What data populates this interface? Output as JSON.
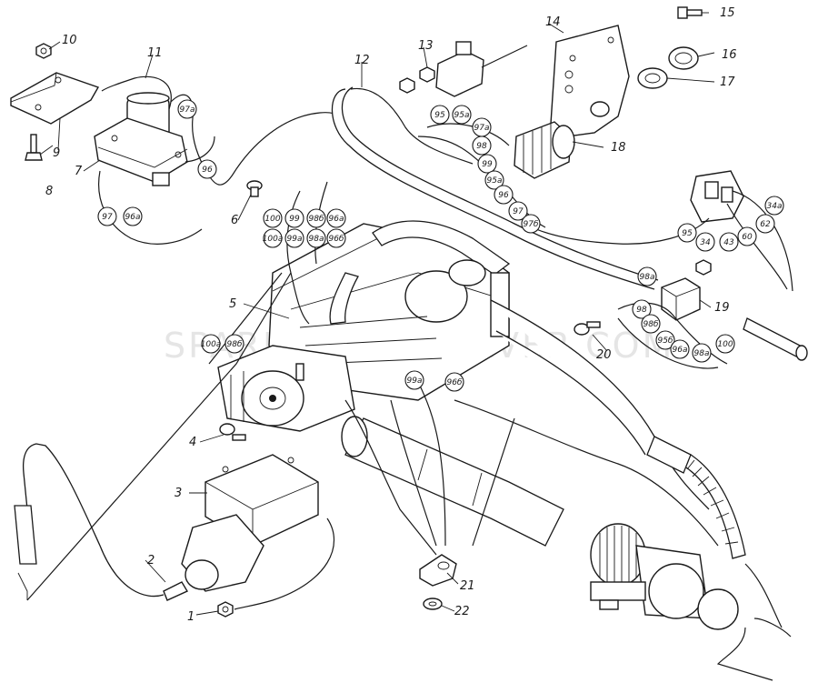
{
  "watermark": "SPAREPARTS SERVER.COM",
  "callouts": [
    {
      "id": "1",
      "text": "1"
    },
    {
      "id": "2",
      "text": "2"
    },
    {
      "id": "3",
      "text": "3"
    },
    {
      "id": "4",
      "text": "4"
    },
    {
      "id": "5",
      "text": "5"
    },
    {
      "id": "6",
      "text": "6"
    },
    {
      "id": "7",
      "text": "7"
    },
    {
      "id": "8",
      "text": "8"
    },
    {
      "id": "9",
      "text": "9"
    },
    {
      "id": "10",
      "text": "10"
    },
    {
      "id": "11",
      "text": "11"
    },
    {
      "id": "12",
      "text": "12"
    },
    {
      "id": "13",
      "text": "13"
    },
    {
      "id": "14",
      "text": "14"
    },
    {
      "id": "15",
      "text": "15"
    },
    {
      "id": "16",
      "text": "16"
    },
    {
      "id": "17",
      "text": "17"
    },
    {
      "id": "18",
      "text": "18"
    },
    {
      "id": "19",
      "text": "19"
    },
    {
      "id": "20",
      "text": "20"
    },
    {
      "id": "21",
      "text": "21"
    },
    {
      "id": "22",
      "text": "22"
    }
  ],
  "wire_markers": [
    "97a",
    "96",
    "97",
    "96a",
    "100",
    "99",
    "98б",
    "96a",
    "100a",
    "99a",
    "98a",
    "96б",
    "95",
    "95a",
    "97a",
    "98",
    "99",
    "95a",
    "96",
    "97",
    "97б",
    "95",
    "34",
    "43",
    "60",
    "62",
    "34a",
    "98a",
    "98",
    "98б",
    "95б",
    "96a",
    "98a",
    "100",
    "100a",
    "98б",
    "99a",
    "96б"
  ]
}
